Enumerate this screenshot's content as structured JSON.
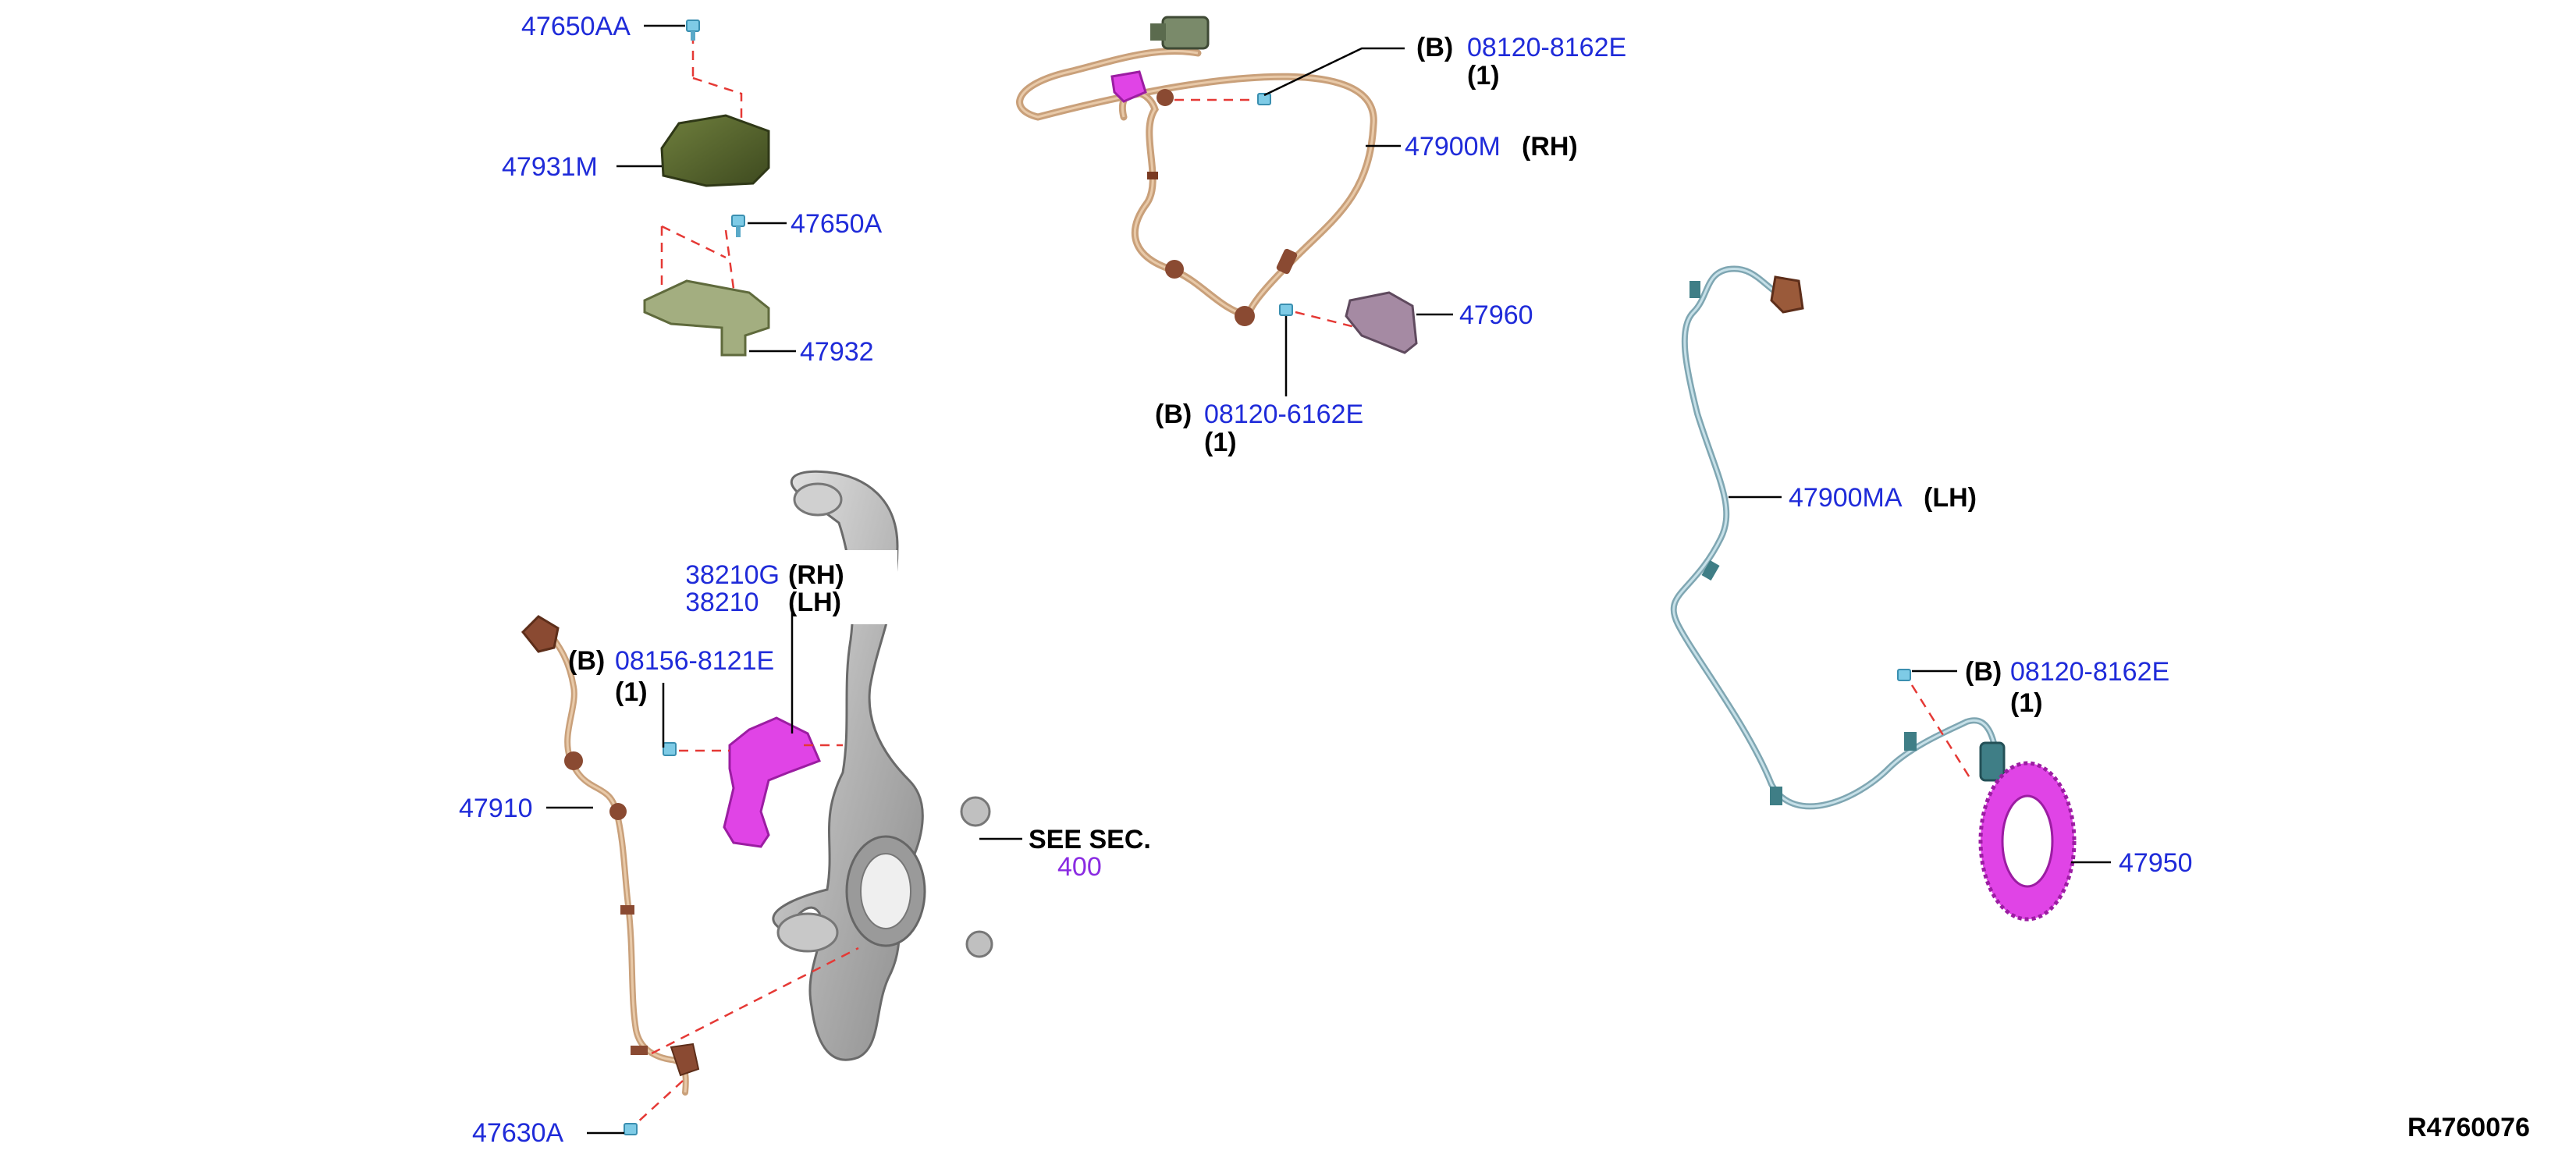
{
  "diagram": {
    "drawing_id": "R4760076",
    "labels": {
      "p47650AA": "47650AA",
      "p47931M": "47931M",
      "p47650A": "47650A",
      "p47932": "47932",
      "p47900M": "47900M",
      "rh": "(RH)",
      "p47960": "47960",
      "b1": "(B)",
      "b1_part": "08120-8162E",
      "b1_qty": "(1)",
      "b2": "(B)",
      "b2_part": "08120-6162E",
      "b2_qty": "(1)",
      "p47900MA": "47900MA",
      "lh": "(LH)",
      "b3": "(B)",
      "b3_part": "08120-8162E",
      "b3_qty": "(1)",
      "p47950": "47950",
      "b4": "(B)",
      "b4_part": "08156-8121E",
      "b4_qty": "(1)",
      "p47910": "47910",
      "p47630A": "47630A",
      "see_sec": "SEE SEC.",
      "sec_num": "400",
      "bracket_rh_part": "38210G",
      "bracket_rh": "(RH)",
      "bracket_lh_part": "38210",
      "bracket_lh": "(LH)"
    },
    "colors": {
      "part_number": "#1f2bd9",
      "section_ref": "#8a2be2",
      "dashed_guide": "#e53935",
      "sensor_module": "#4f5e2a",
      "bracket": "#8e9a6b",
      "harness_rh": "#c9a07a",
      "harness_lh": "#7fa6b2",
      "connector": "#8a4a32",
      "magenta_part": "#e044e6",
      "knuckle": "#b8b8b8",
      "clip": "#a58aa3"
    },
    "icons": [
      "bolt-icon",
      "clip-icon",
      "sensor-module-icon",
      "bracket-icon",
      "steering-knuckle-icon",
      "tone-ring-icon",
      "wire-harness-icon"
    ]
  }
}
